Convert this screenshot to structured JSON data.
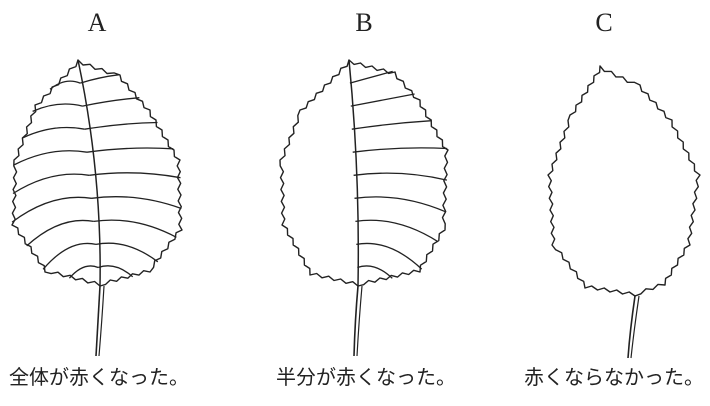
{
  "leaves": [
    {
      "label": "A",
      "caption": "全体が赤くなった。",
      "veins": "both"
    },
    {
      "label": "B",
      "caption": "半分が赤くなった。",
      "veins": "right"
    },
    {
      "label": "C",
      "caption": "赤くならなかった。",
      "veins": "none"
    }
  ],
  "colors": {
    "line": "#222222",
    "background": "#ffffff"
  },
  "icons": [
    "leaf-icon"
  ]
}
